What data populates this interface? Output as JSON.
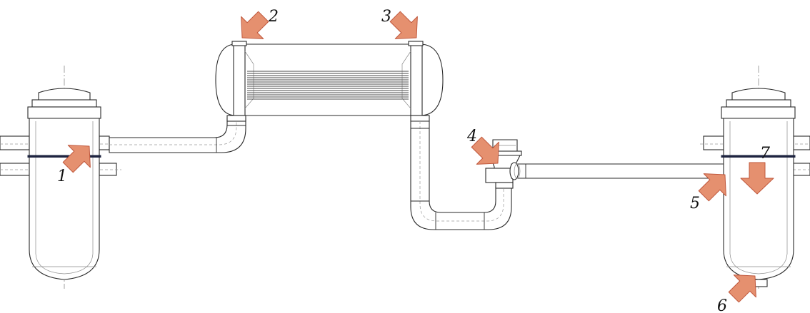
{
  "diagram": {
    "colors": {
      "arrow_fill": "#E5906F",
      "arrow_stroke": "#C0583D",
      "line": "#2a2a2a",
      "gasket": "#1e2440"
    },
    "callouts": [
      {
        "id": "1",
        "label": "1"
      },
      {
        "id": "2",
        "label": "2"
      },
      {
        "id": "3",
        "label": "3"
      },
      {
        "id": "4",
        "label": "4"
      },
      {
        "id": "5",
        "label": "5"
      },
      {
        "id": "6",
        "label": "6"
      },
      {
        "id": "7",
        "label": "7"
      }
    ]
  }
}
